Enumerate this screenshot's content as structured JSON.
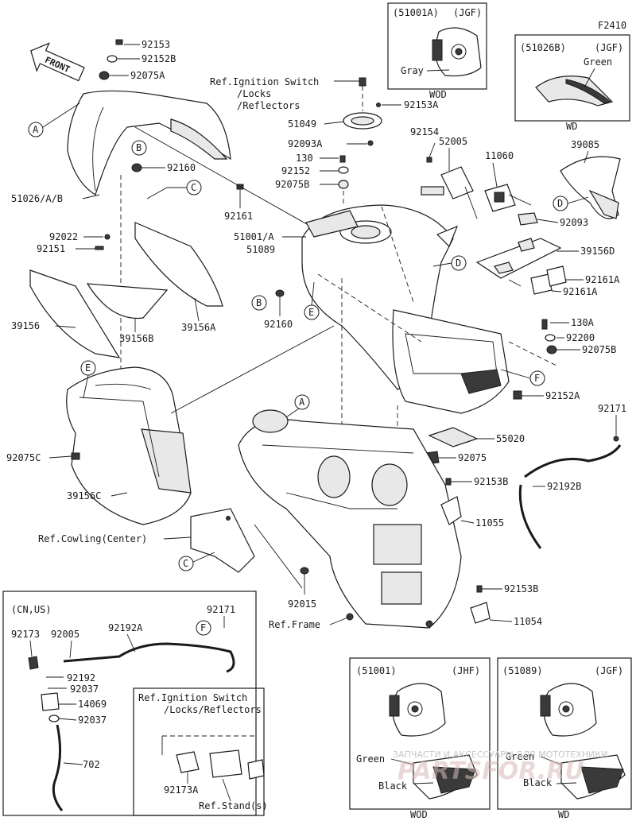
{
  "figure_code": "F2410",
  "front_arrow_label": "FRONT",
  "inset_top_51001a": {
    "code": "(51001A)",
    "market": "(JGF)",
    "color": "Gray",
    "variant": "WOD"
  },
  "inset_top_51026b": {
    "code": "(51026B)",
    "market": "(JGF)",
    "color": "Green",
    "variant": "WD"
  },
  "inset_cn_us": {
    "header": "(CN,US)",
    "parts": [
      "92171",
      "92173",
      "92005",
      "92192A",
      "92192",
      "92037",
      "14069",
      "92037",
      "702"
    ]
  },
  "inset_ignition": {
    "title_line1": "Ref.Ignition Switch",
    "title_line2": "/Locks/Reflectors",
    "part": "92173A",
    "ref_stand": "Ref.Stand(s)"
  },
  "inset_51001": {
    "code": "(51001)",
    "market": "(JHF)",
    "color1": "Green",
    "color2": "Black",
    "variant": "WOD"
  },
  "inset_51089": {
    "code": "(51089)",
    "market": "(JGF)",
    "color1": "Green",
    "color2": "Black",
    "variant": "WD"
  },
  "refs": {
    "ignition_line1": "Ref.Ignition Switch",
    "ignition_line2": "/Locks",
    "ignition_line3": "/Reflectors",
    "cowling": "Ref.Cowling(Center)",
    "frame": "Ref.Frame"
  },
  "callouts": [
    "A",
    "B",
    "C",
    "D",
    "E",
    "F"
  ],
  "part_labels": [
    {
      "id": "p92153",
      "text": "92153"
    },
    {
      "id": "p92152B",
      "text": "92152B"
    },
    {
      "id": "p92075A",
      "text": "92075A"
    },
    {
      "id": "p92160a",
      "text": "92160"
    },
    {
      "id": "p51026",
      "text": "51026/A/B"
    },
    {
      "id": "p92161",
      "text": "92161"
    },
    {
      "id": "p92022",
      "text": "92022"
    },
    {
      "id": "p92151",
      "text": "92151"
    },
    {
      "id": "p39156",
      "text": "39156"
    },
    {
      "id": "p39156B",
      "text": "39156B"
    },
    {
      "id": "p39156A",
      "text": "39156A"
    },
    {
      "id": "p92075C",
      "text": "92075C"
    },
    {
      "id": "p39156C",
      "text": "39156C"
    },
    {
      "id": "p92153A",
      "text": "92153A"
    },
    {
      "id": "p51049",
      "text": "51049"
    },
    {
      "id": "p92093A",
      "text": "92093A"
    },
    {
      "id": "p130a",
      "text": "130"
    },
    {
      "id": "p92152",
      "text": "92152"
    },
    {
      "id": "p92075B",
      "text": "92075B"
    },
    {
      "id": "p51001",
      "text": "51001/A"
    },
    {
      "id": "p51089",
      "text": "51089"
    },
    {
      "id": "p92160b",
      "text": "92160"
    },
    {
      "id": "p92154",
      "text": "92154"
    },
    {
      "id": "p52005",
      "text": "52005"
    },
    {
      "id": "p11060",
      "text": "11060"
    },
    {
      "id": "p39085",
      "text": "39085"
    },
    {
      "id": "p92093",
      "text": "92093"
    },
    {
      "id": "p39156D",
      "text": "39156D"
    },
    {
      "id": "p92161A1",
      "text": "92161A"
    },
    {
      "id": "p92161A2",
      "text": "92161A"
    },
    {
      "id": "p130b",
      "text": "130A"
    },
    {
      "id": "p92200",
      "text": "92200"
    },
    {
      "id": "p92075Bb",
      "text": "92075B"
    },
    {
      "id": "p92152A",
      "text": "92152A"
    },
    {
      "id": "p92171",
      "text": "92171"
    },
    {
      "id": "p55020",
      "text": "55020"
    },
    {
      "id": "p92075",
      "text": "92075"
    },
    {
      "id": "p92153B1",
      "text": "92153B"
    },
    {
      "id": "p92192B",
      "text": "92192B"
    },
    {
      "id": "p11055",
      "text": "11055"
    },
    {
      "id": "p92015",
      "text": "92015"
    },
    {
      "id": "p92153B2",
      "text": "92153B"
    },
    {
      "id": "p11054",
      "text": "11054"
    }
  ],
  "watermark": {
    "line1": "ЗАПЧАСТИ И АКСЕССУАРЫ ДЛЯ МОТОТЕХНИКИ",
    "line2": "PARTSFOR.RU"
  }
}
